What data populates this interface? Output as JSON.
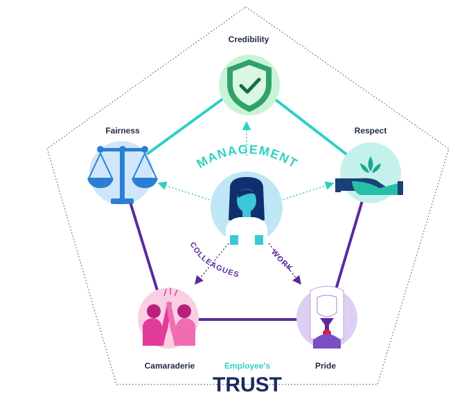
{
  "pillars": {
    "credibility": "Credibility",
    "respect": "Respect",
    "fairness": "Fairness",
    "camaraderie": "Camaraderie",
    "pride": "Pride"
  },
  "center": {
    "management": "MANAGEMENT",
    "colleagues": "COLLEAGUES",
    "work": "WORK"
  },
  "footer": {
    "subtitle": "Employee's",
    "title": "TRUST"
  },
  "icons": {
    "credibility": "shield-check-icon",
    "respect": "handshake-lotus-icon",
    "fairness": "scales-icon",
    "camaraderie": "high-five-icon",
    "pride": "medal-person-icon",
    "center": "person-icon"
  },
  "colors": {
    "teal": "#2fd0c4",
    "purple": "#5b2a9c",
    "navy": "#1b2a5e",
    "green": "#2fa26a",
    "pink": "#e23c9a"
  }
}
